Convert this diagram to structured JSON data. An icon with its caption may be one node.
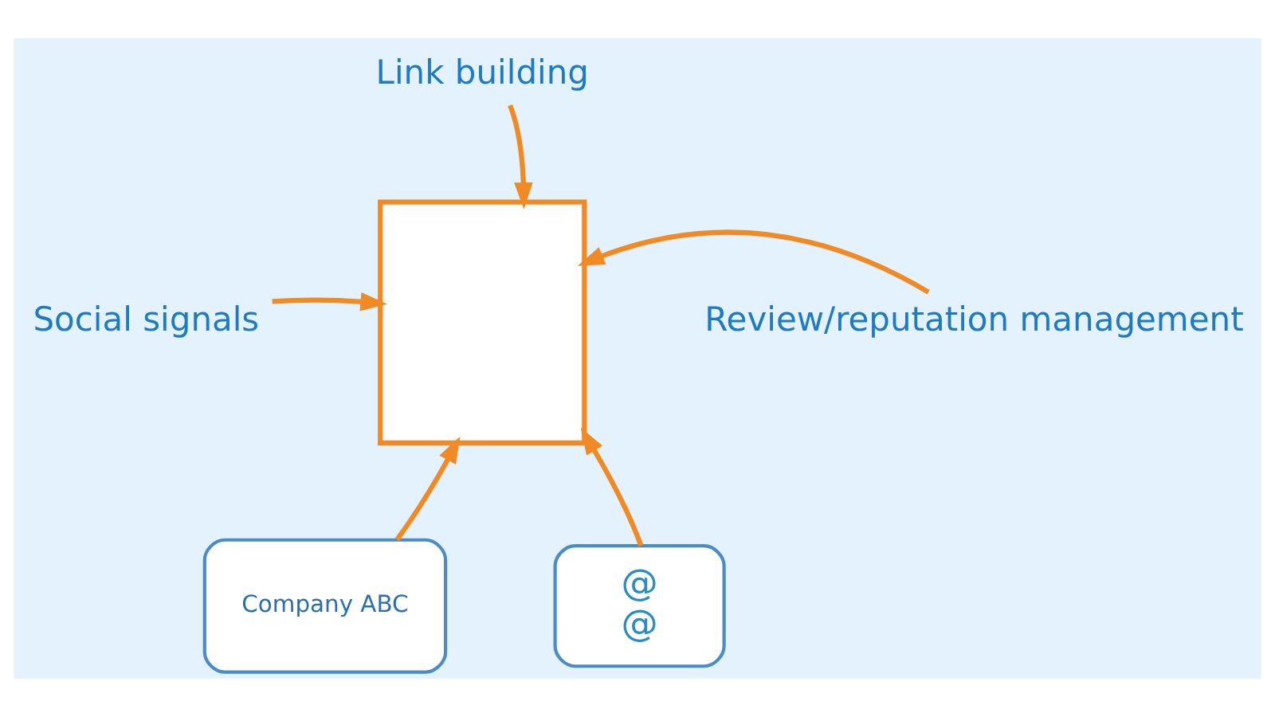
{
  "diagram": {
    "nodes": [
      {
        "text": [
          "Link building"
        ]
      },
      {
        "text": [
          "Social signals"
        ]
      },
      {
        "text": [],
        "shape": "box"
      },
      {
        "text": [
          "Review/reputation management"
        ]
      },
      {
        "text": [
          "Company ABC"
        ]
      },
      {
        "text": [
          "@",
          "@"
        ]
      }
    ],
    "edges": [
      {
        "from": 0,
        "to": 2,
        "arrow": "to"
      },
      {
        "from": 1,
        "to": 2,
        "arrow": "to"
      },
      {
        "from": 3,
        "to": 2,
        "arrow": "to"
      },
      {
        "from": 4,
        "to": 2,
        "arrow": "to"
      },
      {
        "from": 5,
        "to": 2,
        "arrow": "to"
      }
    ]
  }
}
